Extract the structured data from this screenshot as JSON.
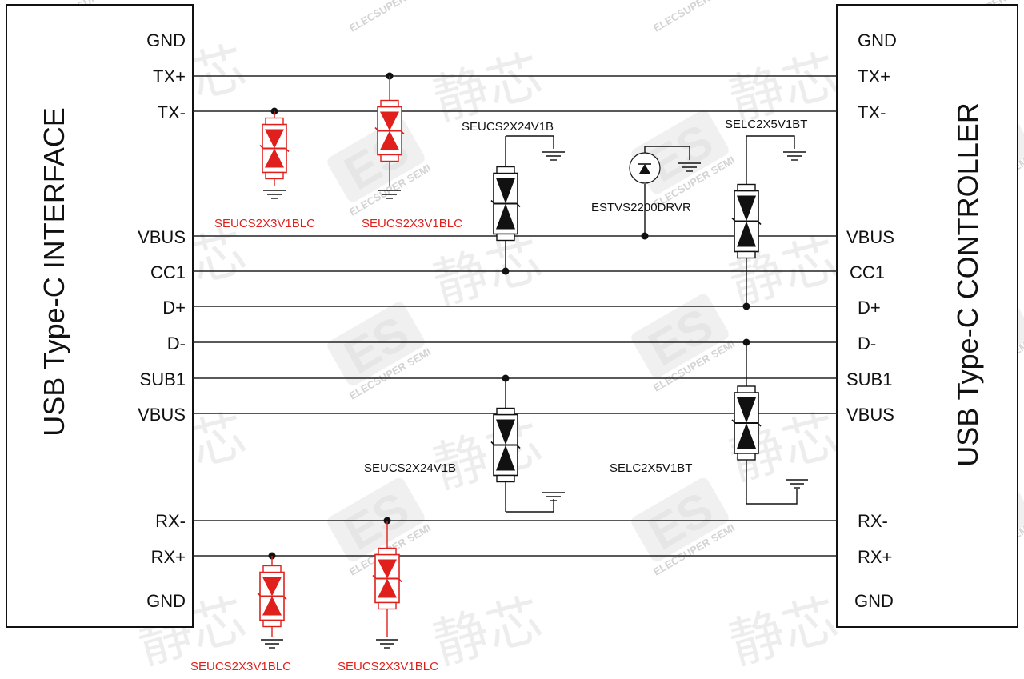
{
  "left_block": {
    "title": "USB Type-C INTERFACE",
    "pins": [
      "GND",
      "TX+",
      "TX-",
      "VBUS",
      "CC1",
      "D+",
      "D-",
      "SUB1",
      "VBUS",
      "RX-",
      "RX+",
      "GND"
    ]
  },
  "right_block": {
    "title": "USB Type-C CONTROLLER",
    "pins": [
      "GND",
      "TX+",
      "TX-",
      "VBUS",
      "CC1",
      "D+",
      "D-",
      "SUB1",
      "VBUS",
      "RX-",
      "RX+",
      "GND"
    ]
  },
  "components": [
    {
      "label": "SEUCS2X3V1BLC",
      "color": "#e0201c"
    },
    {
      "label": "SEUCS2X3V1BLC",
      "color": "#e0201c"
    },
    {
      "label": "SEUCS2X24V1B",
      "color": "#111111"
    },
    {
      "label": "ESTVS2200DRVR",
      "color": "#111111"
    },
    {
      "label": "SELC2X5V1BT",
      "color": "#111111"
    },
    {
      "label": "SEUCS2X24V1B",
      "color": "#111111"
    },
    {
      "label": "SELC2X5V1BT",
      "color": "#111111"
    },
    {
      "label": "SEUCS2X3V1BLC",
      "color": "#e0201c"
    },
    {
      "label": "SEUCS2X3V1BLC",
      "color": "#e0201c"
    }
  ],
  "watermark": {
    "logo_letters": "ES",
    "brand_text": "ELECSUPER SEMI",
    "chinese_text": "静芯",
    "logo_color": "#ececec"
  },
  "colors": {
    "protection_red": "#e0201c",
    "line_black": "#222222"
  }
}
